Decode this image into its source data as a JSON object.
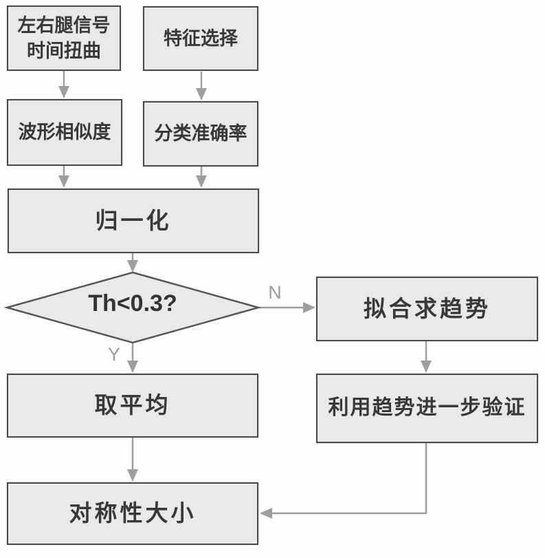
{
  "diagram": {
    "type": "flowchart",
    "colors": {
      "background": "#fdfdfd",
      "box_fill": "#e9e9e9",
      "box_border": "#4a4a4a",
      "arrow": "#9e9e9e",
      "text": "#383838",
      "branch_label": "#9c9c9c"
    },
    "nodes": {
      "dtw": {
        "label": "左右腿信号\n时间扭曲"
      },
      "feature_selection": {
        "label": "特征选择"
      },
      "waveform_similarity": {
        "label": "波形相似度"
      },
      "classification_accuracy": {
        "label": "分类准确率"
      },
      "normalization": {
        "label": "归一化"
      },
      "threshold_decision": {
        "label": "Th<0.3?"
      },
      "fit_trend": {
        "label": "拟合求趋势"
      },
      "take_average": {
        "label": "取平均"
      },
      "trend_verification": {
        "label": "利用趋势进一步验证"
      },
      "symmetry_magnitude": {
        "label": "对称性大小"
      }
    },
    "branches": {
      "yes": "Y",
      "no": "N"
    }
  }
}
